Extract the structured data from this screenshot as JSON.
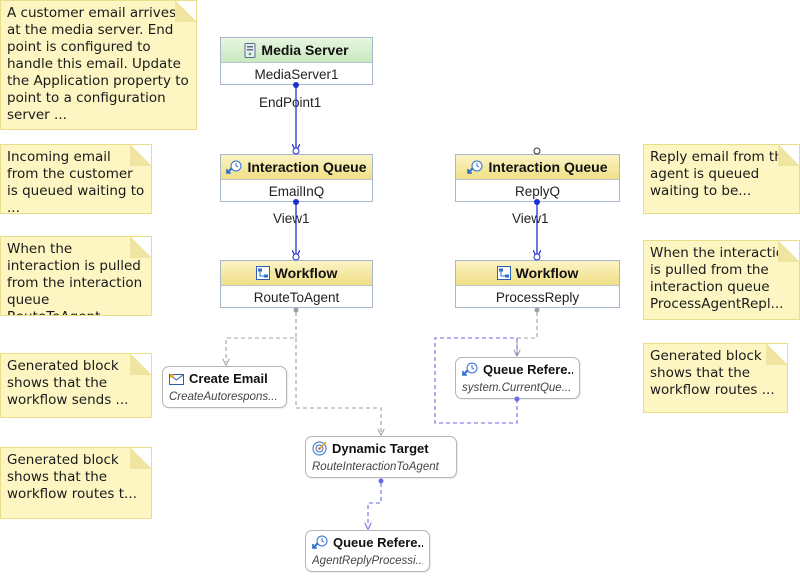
{
  "notes": [
    "A customer email arrives at the media server. End point is configured to handle this email. Update the Application property to point to a configuration server ...",
    "Incoming email from the customer is queued waiting to ...",
    "When the interaction is pulled from the interaction queue RouteToAgent...",
    "Generated block shows that the workflow sends ...",
    "Generated block shows that the workflow routes t...",
    "Reply email from the agent is queued waiting to be...",
    "When the interaction is pulled from the interaction queue ProcessAgentRepl...",
    "Generated block shows that the workflow routes ..."
  ],
  "nodes": {
    "media_server": {
      "type": "Media Server",
      "name": "MediaServer1"
    },
    "email_in_queue": {
      "type": "Interaction Queue",
      "name": "EmailInQ"
    },
    "route_workflow": {
      "type": "Workflow",
      "name": "RouteToAgent"
    },
    "reply_queue": {
      "type": "Interaction Queue",
      "name": "ReplyQ"
    },
    "reply_workflow": {
      "type": "Workflow",
      "name": "ProcessReply"
    }
  },
  "blocks": {
    "create_email": {
      "title": "Create Email",
      "sub": "CreateAutorespons..."
    },
    "queue_ref_right": {
      "title": "Queue Refere...",
      "sub": "system.CurrentQue..."
    },
    "dynamic_target": {
      "title": "Dynamic Target",
      "sub": "RouteInteractionToAgent"
    },
    "queue_ref_bottom": {
      "title": "Queue Refere...",
      "sub": "AgentReplyProcessi..."
    }
  },
  "edge_labels": {
    "endpoint": "EndPoint1",
    "view_left": "View1",
    "view_right": "View1"
  },
  "colors": {
    "note_bg": "#fdf6c3",
    "solid_edge": "#1f2fcf",
    "dashed_edge": "#a7a7a7",
    "dashed_blue": "#6a6ae8",
    "header_green": "#c7e9bd",
    "header_yellow": "#f1df86"
  }
}
